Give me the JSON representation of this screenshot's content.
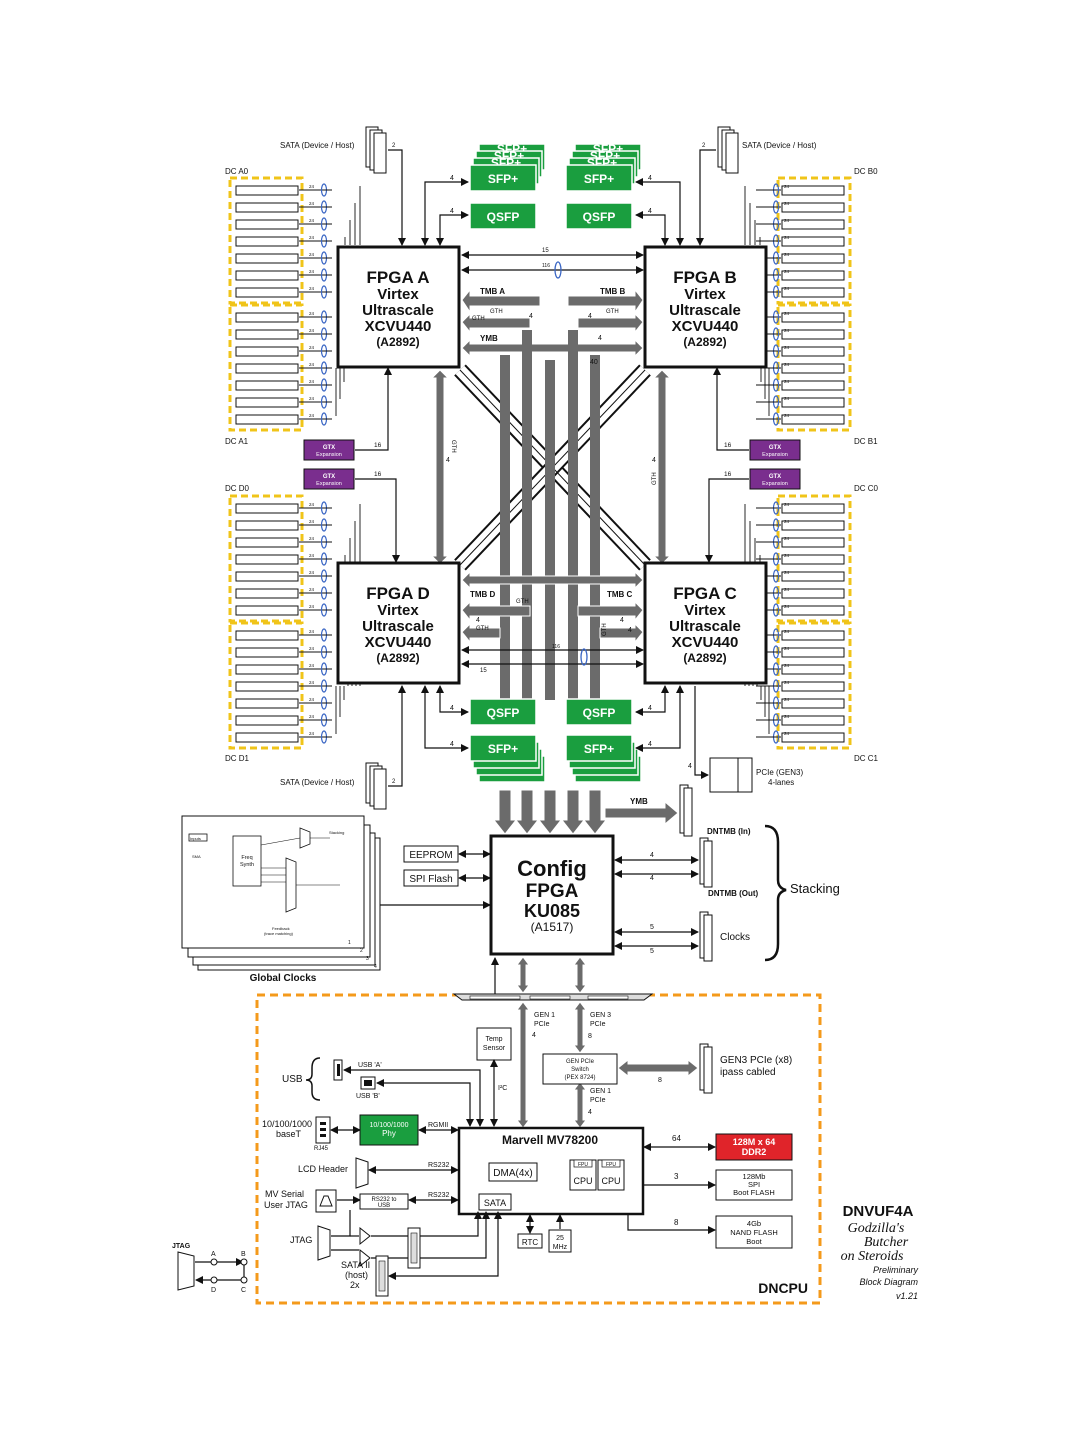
{
  "colors": {
    "sfp_green": "#1a9e3f",
    "ddr_red": "#e0242a",
    "gtx_purple": "#7a2e8e",
    "dc_yellow": "#f0c419",
    "dncpu_orange": "#f49a1b",
    "bus_grey": "#6b6b6b",
    "ellipse_blue": "#3a66c4"
  },
  "fpgas": {
    "a": {
      "name": "FPGA A",
      "l1": "Virtex",
      "l2": "Ultrascale",
      "l3": "XCVU440",
      "pkg": "(A2892)"
    },
    "b": {
      "name": "FPGA B",
      "l1": "Virtex",
      "l2": "Ultrascale",
      "l3": "XCVU440",
      "pkg": "(A2892)"
    },
    "c": {
      "name": "FPGA C",
      "l1": "Virtex",
      "l2": "Ultrascale",
      "l3": "XCVU440",
      "pkg": "(A2892)"
    },
    "d": {
      "name": "FPGA D",
      "l1": "Virtex",
      "l2": "Ultrascale",
      "l3": "XCVU440",
      "pkg": "(A2892)"
    }
  },
  "config_fpga": {
    "l1": "Config",
    "l2": "FPGA",
    "l3": "KU085",
    "pkg": "(A1517)"
  },
  "modules": {
    "sfp": "SFP+",
    "qsfp": "QSFP",
    "gtx": "GTX",
    "gtx2": "Expansion"
  },
  "dc_labels": {
    "a0": "DC A0",
    "a1": "DC A1",
    "b0": "DC B0",
    "b1": "DC B1",
    "c0": "DC C0",
    "c1": "DC C1",
    "d0": "DC D0",
    "d1": "DC D1"
  },
  "sata_label": "SATA (Device / Host)",
  "bus_labels": {
    "tmb_a": "TMB A",
    "tmb_b": "TMB B",
    "tmb_c": "TMB C",
    "tmb_d": "TMB D",
    "gth": "GTH",
    "ymb": "YMB"
  },
  "nums": {
    "n15": "15",
    "n116": "116",
    "n4": "4",
    "n40": "40",
    "n16": "16",
    "n24": "24",
    "n5": "5",
    "n8": "8",
    "n3": "3",
    "n64": "64",
    "n2": "2"
  },
  "pcie_gen3": {
    "l1": "PCIe (GEN3)",
    "l2": "4-lanes"
  },
  "left_boxes": {
    "eeprom": "EEPROM",
    "spi_flash": "SPI Flash"
  },
  "global_clocks": {
    "title": "Global Clocks",
    "freq1": "Freq",
    "freq2": "Synth",
    "inputs": "Inputs",
    "sma": "SMA",
    "feedback1": "Feedback",
    "feedback2": "(trace matching)",
    "stacking": "Stacking",
    "page_nums": [
      "1",
      "2",
      "3",
      "4"
    ]
  },
  "stacking": {
    "dntmb_in": "DNTMB (In)",
    "dntmb_out": "DNTMB (Out)",
    "clocks": "Clocks",
    "label": "Stacking"
  },
  "dncpu": {
    "label": "DNCPU",
    "temp1": "Temp",
    "temp2": "Sensor",
    "gen1_pcie1": "GEN 1",
    "gen1_pcie2": "PCIe",
    "gen3_pcie1": "GEN 3",
    "gen3_pcie2": "PCIe",
    "switch1": "GEN PCIe",
    "switch2": "Switch",
    "switch3": "(PEX 8724)",
    "gen3x8_1": "GEN3 PCIe (x8)",
    "gen3x8_2": "ipass cabled",
    "i2c": "I²C",
    "usb": "USB",
    "usb_a": "USB 'A'",
    "usb_b": "USB 'B'",
    "ethernet1": "10/100/1000",
    "ethernet2": "baseT",
    "rj45": "RJ45",
    "phy1": "10/100/1000",
    "phy2": "Phy",
    "rgmii": "RGMII",
    "marvell": "Marvell MV78200",
    "dma": "DMA(4x)",
    "fpu": "FPU",
    "cpu": "CPU",
    "sata": "SATA",
    "lcd": "LCD Header",
    "rs232": "RS232",
    "mv_serial1": "MV Serial",
    "mv_serial2": "User JTAG",
    "rs232usb1": "RS232 to",
    "rs232usb2": "USB",
    "jtag": "JTAG",
    "sata2_1": "SATA II",
    "sata2_2": "(host)",
    "sata2_3": "2x",
    "rtc": "RTC",
    "mhz1": "25",
    "mhz2": "MHz",
    "ddr1": "128M x 64",
    "ddr2": "DDR2",
    "boot1": "128Mb",
    "boot2": "SPI",
    "boot3": "Boot FLASH",
    "nand1": "4Gb",
    "nand2": "NAND FLASH",
    "nand3": "Boot"
  },
  "jtag_chain": {
    "label": "JTAG",
    "a": "A",
    "b": "B",
    "c": "C",
    "d": "D"
  },
  "title_block": {
    "model": "DNVUF4A",
    "tag1": "Godzilla's",
    "tag2": "Butcher",
    "tag3": "on Steroids",
    "line1": "Preliminary",
    "line2": "Block Diagram",
    "version": "v1.21"
  }
}
